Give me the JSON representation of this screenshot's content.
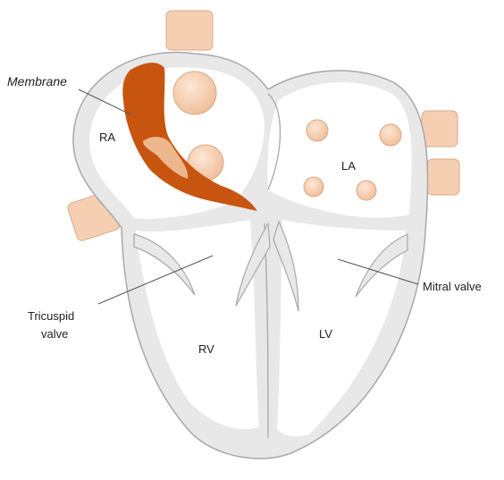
{
  "labels": {
    "membrane": "Membrane",
    "ra": "RA",
    "la": "LA",
    "rv": "RV",
    "lv": "LV",
    "tricuspid_line1": "Tricuspid",
    "tricuspid_line2": "valve",
    "mitral": "Mitral valve"
  },
  "colors": {
    "wall_fill": "#e8e8e8",
    "wall_stroke": "#a8a8a8",
    "vessel": "#f6cfb2",
    "vessel_stroke": "#d9a987",
    "membrane": "#c8550f",
    "membrane_label": "#cc2222",
    "leader": "#555555"
  }
}
